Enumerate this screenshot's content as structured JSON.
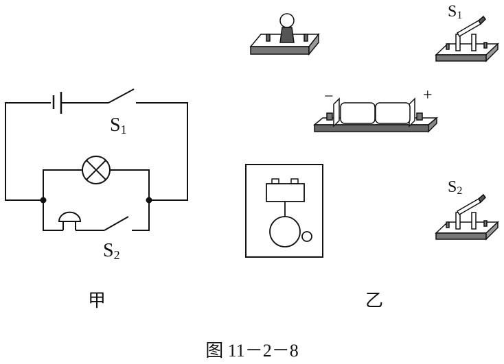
{
  "circuit": {
    "switch1_label": "S",
    "switch1_sub": "1",
    "switch2_label": "S",
    "switch2_sub": "2",
    "panel_label": "甲"
  },
  "apparatus": {
    "switch1_label": "S",
    "switch1_sub": "1",
    "switch2_label": "S",
    "switch2_sub": "2",
    "battery_negative": "−",
    "battery_positive": "+",
    "panel_label": "乙"
  },
  "caption": "图 11－2－8"
}
